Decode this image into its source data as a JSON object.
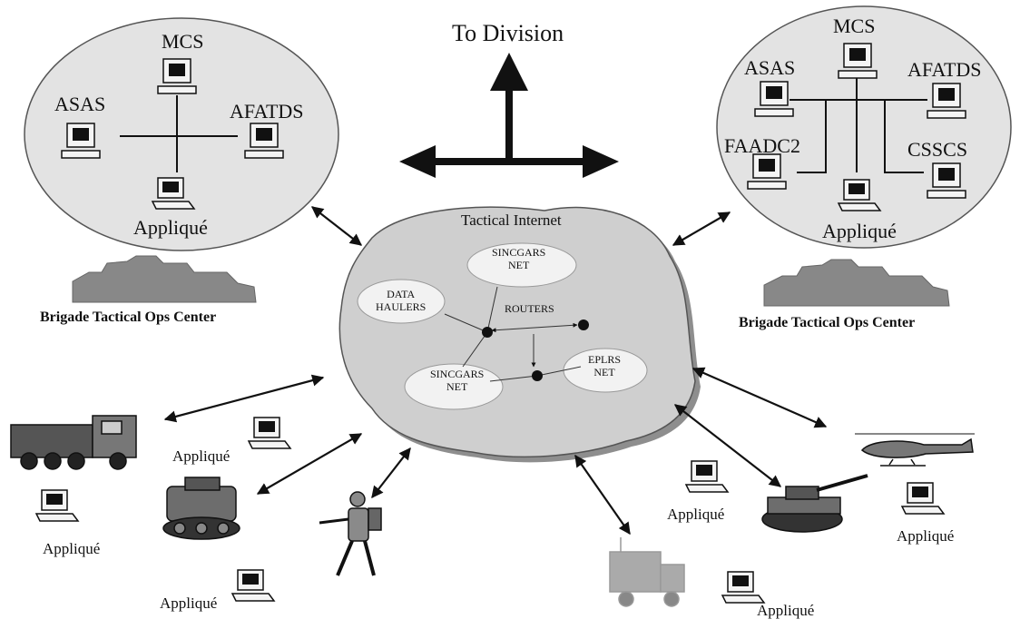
{
  "top_label": "To Division",
  "left_brigade": {
    "nodes": {
      "mcs": "MCS",
      "asas": "ASAS",
      "afatds": "AFATDS",
      "applique": "Appliqué"
    },
    "building_label": "Brigade Tactical Ops Center"
  },
  "right_brigade": {
    "nodes": {
      "mcs": "MCS",
      "asas": "ASAS",
      "afatds": "AFATDS",
      "faadc2": "FAADC2",
      "csscs": "CSSCS",
      "applique": "Appliqué"
    },
    "building_label": "Brigade Tactical Ops Center"
  },
  "cloud": {
    "title": "Tactical Internet",
    "sincgars_top": [
      "SINCGARS",
      "NET"
    ],
    "data_haulers": [
      "DATA",
      "HAULERS"
    ],
    "routers": "ROUTERS",
    "sincgars_bottom": [
      "SINCGARS",
      "NET"
    ],
    "eplrs": [
      "EPLRS",
      "NET"
    ]
  },
  "units": {
    "truck_applique": "Appliqué",
    "apc_applique": "Appliqué",
    "soldier_applique": "Appliqué",
    "vehicle_applique": "Appliqué",
    "tank_applique": "Appliqué",
    "helicopter_applique": "Appliqué"
  }
}
